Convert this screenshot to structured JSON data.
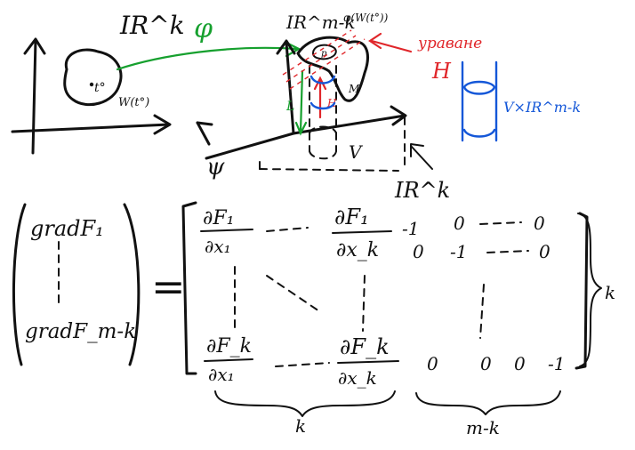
{
  "colors": {
    "ink": "#111111",
    "green": "#16a02e",
    "red": "#e0262a",
    "blue": "#1457d8"
  },
  "top": {
    "domain_label": "IR^k",
    "point_label": "t°",
    "neighborhood_label": "W(t°)",
    "map_label": "φ",
    "target_space_label": "IR^m-k",
    "image_label": "φ(W(t°))",
    "annotation_label": "ураване",
    "H_label": "H",
    "p_label": "p",
    "M_label": "M",
    "L_label": "L",
    "psi_label": "ψ",
    "V_label": "V",
    "base_space_label": "IR^k",
    "product_label": "V×IR^m-k"
  },
  "bottom": {
    "left_vector": [
      "gradF₁",
      "gradF_m-k"
    ],
    "equals": "=",
    "matrix": {
      "top_left_num": "∂F₁",
      "top_left_den": "∂x₁",
      "top_right_num": "∂F₁",
      "top_right_den": "∂x_k",
      "bottom_left_num": "∂F_k",
      "bottom_left_den": "∂x₁",
      "bottom_right_num": "∂F_k",
      "bottom_right_den": "∂x_k",
      "identity_row1": [
        "-1",
        "0",
        "0"
      ],
      "identity_row2": [
        "0",
        "-1",
        "0"
      ],
      "identity_last": [
        "0",
        "0",
        "0",
        "-1"
      ]
    },
    "brace_right_label": "k",
    "brace_bottom_left_label": "k",
    "brace_bottom_right_label": "m-k"
  }
}
